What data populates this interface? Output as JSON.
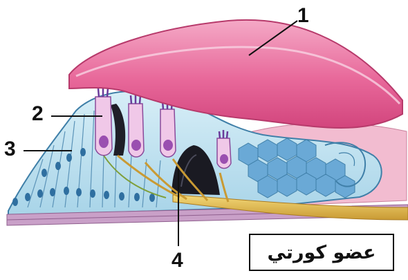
{
  "labels": [
    "1",
    "2",
    "3",
    "4"
  ],
  "caption": "عضو كورتي",
  "colors": {
    "tectorial_membrane": "#e8689a",
    "tectorial_membrane_light": "#f4a9c6",
    "supporting_cells": "#bfe3f0",
    "supporting_cells_outline": "#3f7fa8",
    "cell_nucleus": "#2f6fa0",
    "hair_cell_body": "#f0c8e8",
    "hair_cell_nucleus": "#9a4fb0",
    "stereocilia": "#6a3a9a",
    "nerve_fibers": "#e8c04a",
    "nerve_fibers_dark": "#b8862a",
    "basilar_membrane": "#c9a0c8",
    "tunnel": "#1a1a22",
    "outer_cells": "#5a9ccf",
    "leader_line": "#111111"
  }
}
